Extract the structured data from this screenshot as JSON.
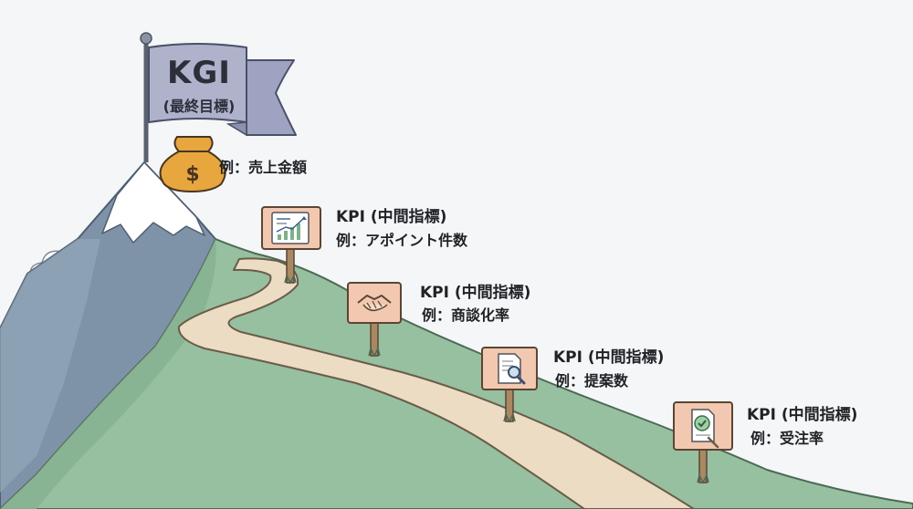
{
  "flag": {
    "title": "KGI",
    "subtitle": "(最終目標)"
  },
  "goal": {
    "example": "例：売上金額",
    "icon": "money-bag-icon"
  },
  "kpis": [
    {
      "title": "KPI (中間指標)",
      "example": "例：アポイント件数",
      "icon": "growth-chart-icon"
    },
    {
      "title": "KPI (中間指標)",
      "example": "例：商談化率",
      "icon": "handshake-icon"
    },
    {
      "title": "KPI (中間指標)",
      "example": "例：提案数",
      "icon": "document-search-icon"
    },
    {
      "title": "KPI (中間指標)",
      "example": "例：受注率",
      "icon": "approved-document-icon"
    }
  ],
  "colors": {
    "background": "#f4f6f8",
    "mountain": "#7e93a8",
    "hill": "#97c0a0",
    "path": "#ecdcc4",
    "flag": "#aeb2cb",
    "sign": "#f2c8b0",
    "money_bag": "#e7a73e"
  }
}
